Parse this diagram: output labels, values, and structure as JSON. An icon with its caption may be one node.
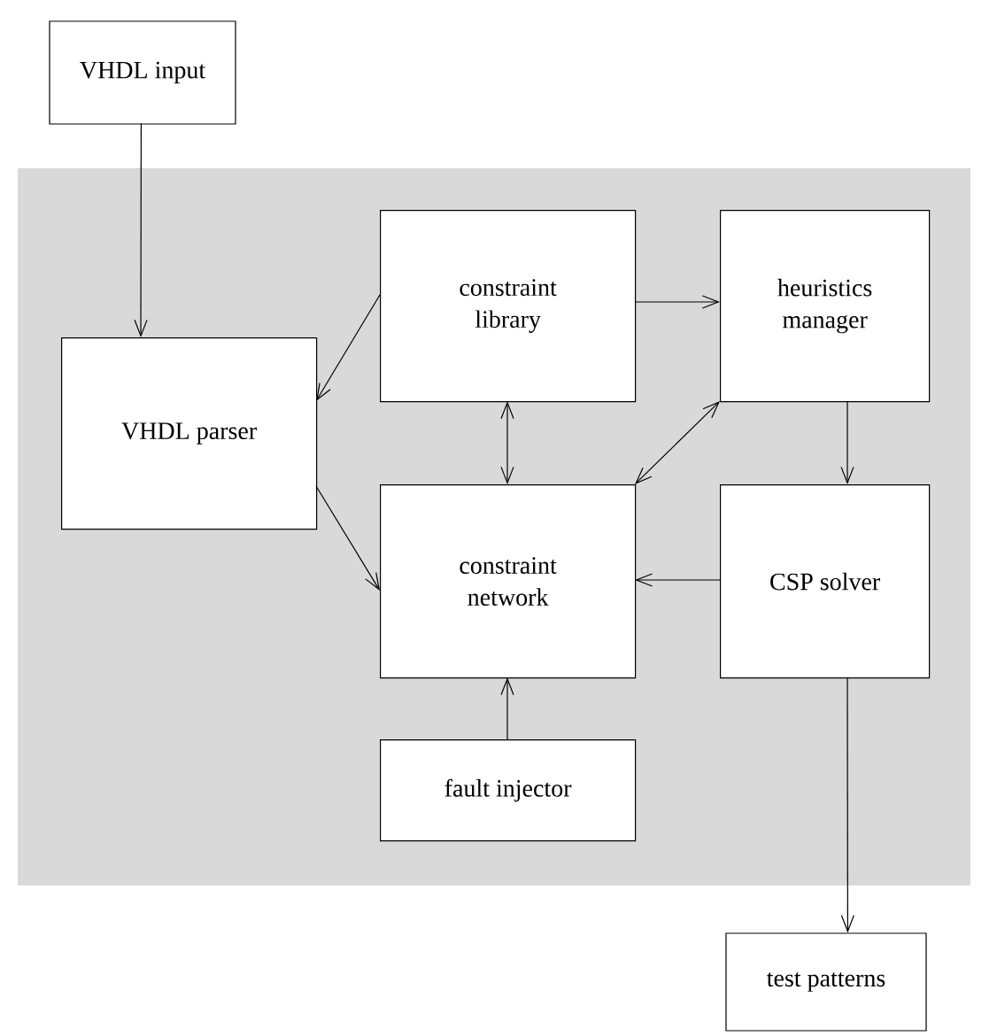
{
  "diagram": {
    "nodes": [
      {
        "text": [
          "VHDL input"
        ]
      },
      {
        "text": [],
        "shape": "box"
      },
      {
        "text": [
          "constraint library"
        ],
        "in": 1
      },
      {
        "text": [
          "heuristics manager"
        ],
        "in": 1
      },
      {
        "text": [
          "VHDL parser"
        ],
        "in": 1
      },
      {
        "text": [
          "constraint network"
        ],
        "in": 1
      },
      {
        "text": [
          "CSP solver"
        ],
        "in": 1
      },
      {
        "text": [
          "fault injector"
        ],
        "in": 1
      },
      {
        "text": [
          "test patterns"
        ]
      }
    ],
    "edges": [
      {
        "from": 0,
        "to": 4,
        "arrow": "to"
      },
      {
        "from": 2,
        "to": 4,
        "arrow": "to"
      },
      {
        "from": 2,
        "to": 3,
        "arrow": "to"
      },
      {
        "from": 2,
        "to": 5,
        "arrow": "both"
      },
      {
        "from": 3,
        "to": 5,
        "arrow": "both"
      },
      {
        "from": 3,
        "to": 6,
        "arrow": "to"
      },
      {
        "from": 4,
        "to": 5,
        "arrow": "to"
      },
      {
        "from": 6,
        "to": 5,
        "arrow": "to"
      },
      {
        "from": 7,
        "to": 5,
        "arrow": "to"
      },
      {
        "from": 6,
        "to": 8,
        "arrow": "to"
      }
    ]
  }
}
